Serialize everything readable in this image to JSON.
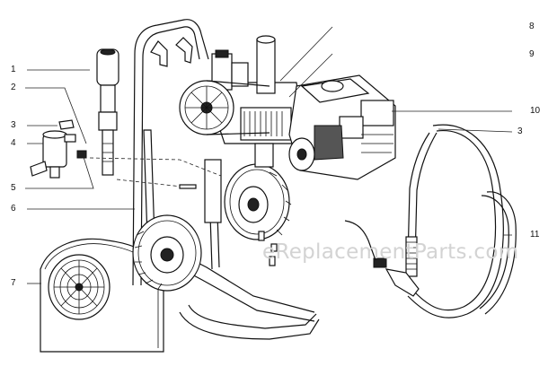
{
  "callouts": {
    "c1": "1",
    "c2": "2",
    "c3a": "3",
    "c4": "4",
    "c5": "5",
    "c6": "6",
    "c7": "7",
    "c8": "8",
    "c9": "9",
    "c10": "10",
    "c3b": "3",
    "c11": "11"
  },
  "watermark": "eReplacementParts.com"
}
